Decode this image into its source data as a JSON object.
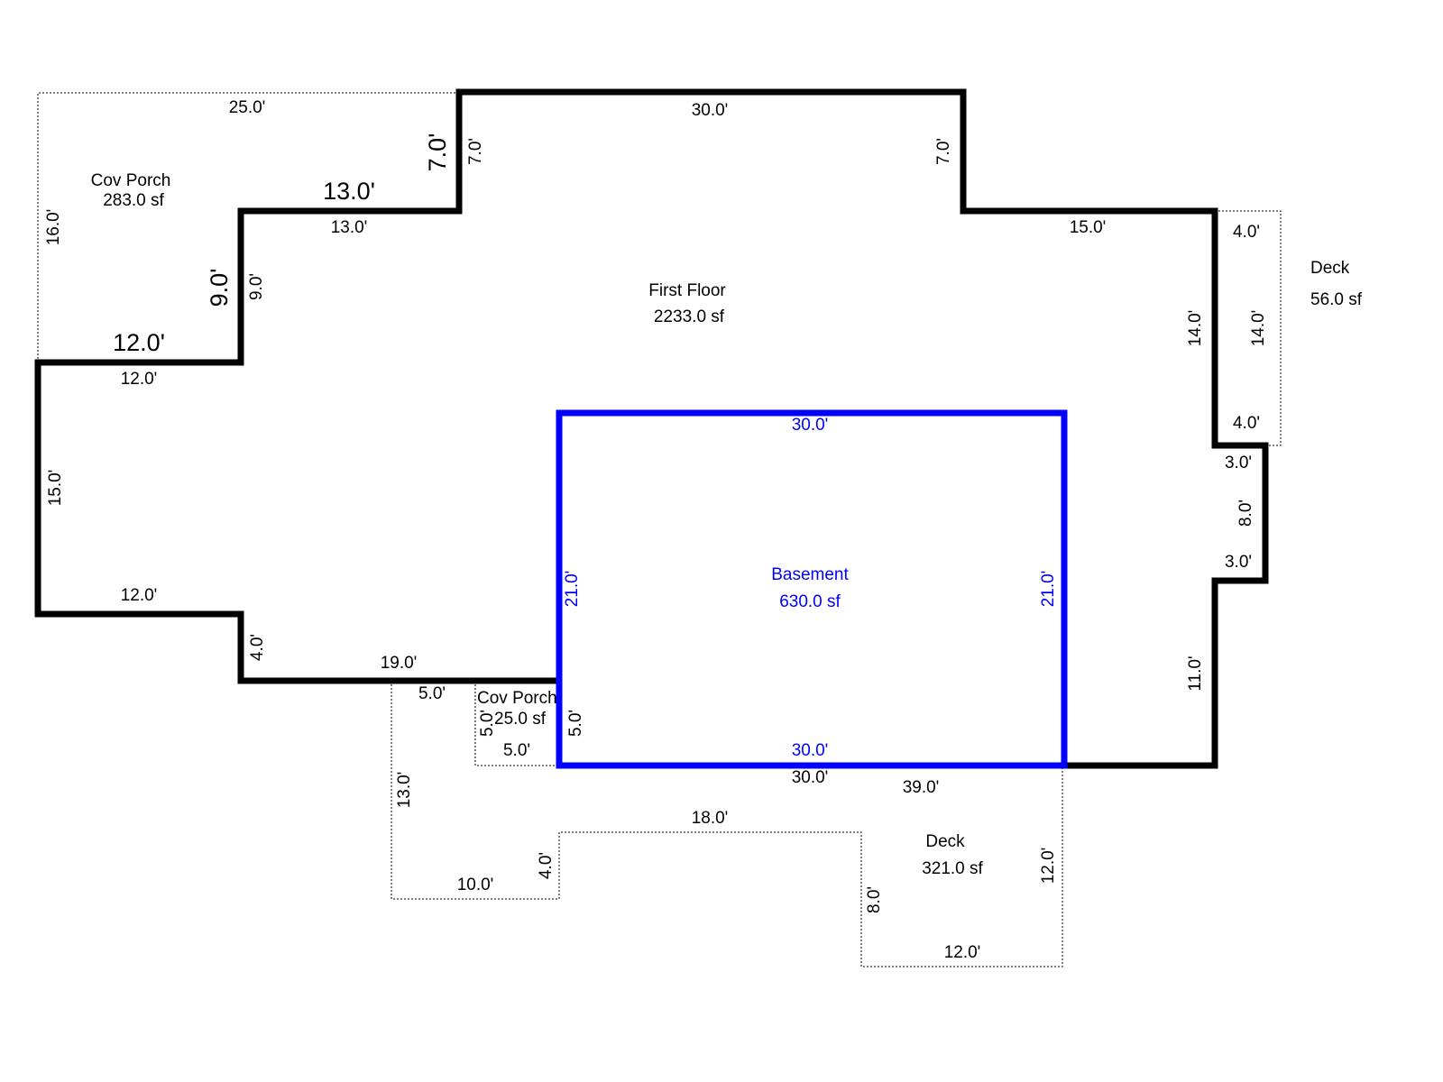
{
  "colors": {
    "walls": "#000000",
    "basement": "#0000ff"
  },
  "areas": {
    "cov_porch_main": {
      "name": "Cov Porch",
      "area": "283.0 sf"
    },
    "first_floor": {
      "name": "First Floor",
      "area": "2233.0 sf"
    },
    "deck_right": {
      "name": "Deck",
      "area": "56.0 sf"
    },
    "basement": {
      "name": "Basement",
      "area": "630.0 sf"
    },
    "cov_porch_small": {
      "name": "Cov Porch",
      "area": "25.0 sf"
    },
    "deck_bottom": {
      "name": "Deck",
      "area": "321.0 sf"
    }
  },
  "dims": [
    "25.0'",
    "30.0'",
    "7.0'",
    "7.0'",
    "7.0'",
    "13.0'",
    "13.0'",
    "16.0'",
    "9.0'",
    "9.0'",
    "12.0'",
    "12.0'",
    "15.0'",
    "4.0'",
    "14.0'",
    "14.0'",
    "4.0'",
    "3.0'",
    "8.0'",
    "3.0'",
    "15.0'",
    "12.0'",
    "4.0'",
    "19.0'",
    "11.0'",
    "30.0'",
    "21.0'",
    "21.0'",
    "30.0'",
    "5.0'",
    "5.0'",
    "5.0'",
    "5.0'",
    "30.0'",
    "39.0'",
    "13.0'",
    "18.0'",
    "4.0'",
    "10.0'",
    "8.0'",
    "12.0'",
    "12.0'"
  ]
}
